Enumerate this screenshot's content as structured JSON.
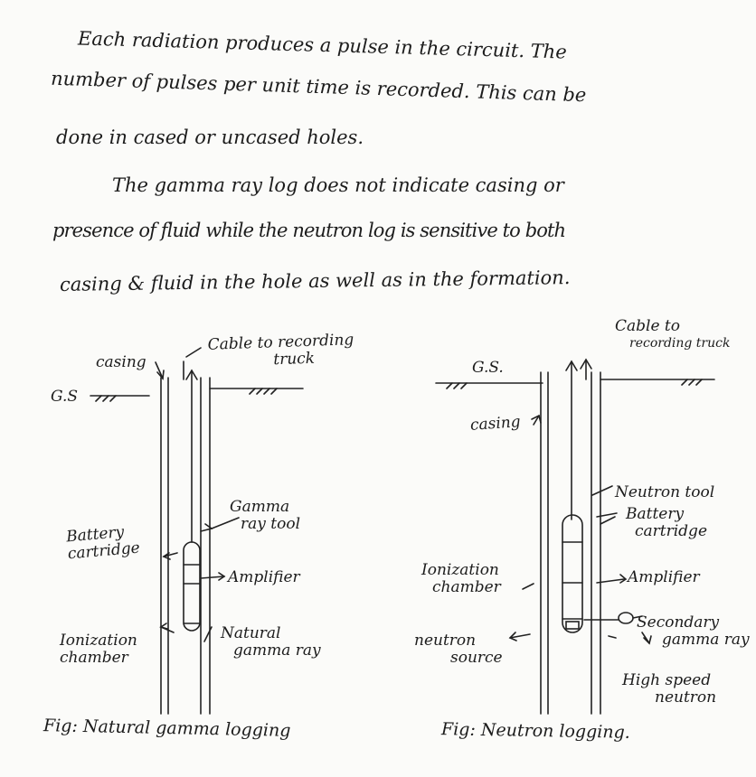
{
  "text": {
    "p1_lines": [
      "Each radiation produces a pulse in the circuit. The",
      "number of pulses per unit time is recorded. This can be",
      "done in cased or uncased holes."
    ],
    "p2_lines": [
      "The gamma ray log does not indicate casing or",
      "presence of fluid while the neutron log is sensitive to both",
      "casing & fluid in the hole as well as in the formation."
    ]
  },
  "fig_left": {
    "gs": "G.S",
    "casing": "casing",
    "cable_line1": "Cable to recording",
    "cable_line2": "truck",
    "battery_line1": "Battery",
    "battery_line2": "cartridge",
    "gamma_line1": "Gamma",
    "gamma_line2": "ray tool",
    "amplifier": "Amplifier",
    "ionization_line1": "Ionization",
    "ionization_line2": "chamber",
    "natural_line1": "Natural",
    "natural_line2": "gamma ray",
    "caption": "Fig: Natural gamma logging"
  },
  "fig_right": {
    "gs": "G.S.",
    "casing": "casing",
    "cable_line1": "Cable to",
    "cable_line2": "recording truck",
    "neutron_tool": "Neutron tool",
    "battery_line1": "Battery",
    "battery_line2": "cartridge",
    "amplifier": "Amplifier",
    "ionization_line1": "Ionization",
    "ionization_line2": "chamber",
    "source_line1": "neutron",
    "source_line2": "source",
    "secondary_line1": "Secondary",
    "secondary_line2": "gamma ray",
    "speed_line1": "High speed",
    "speed_line2": "neutron",
    "caption": "Fig: Neutron logging."
  }
}
